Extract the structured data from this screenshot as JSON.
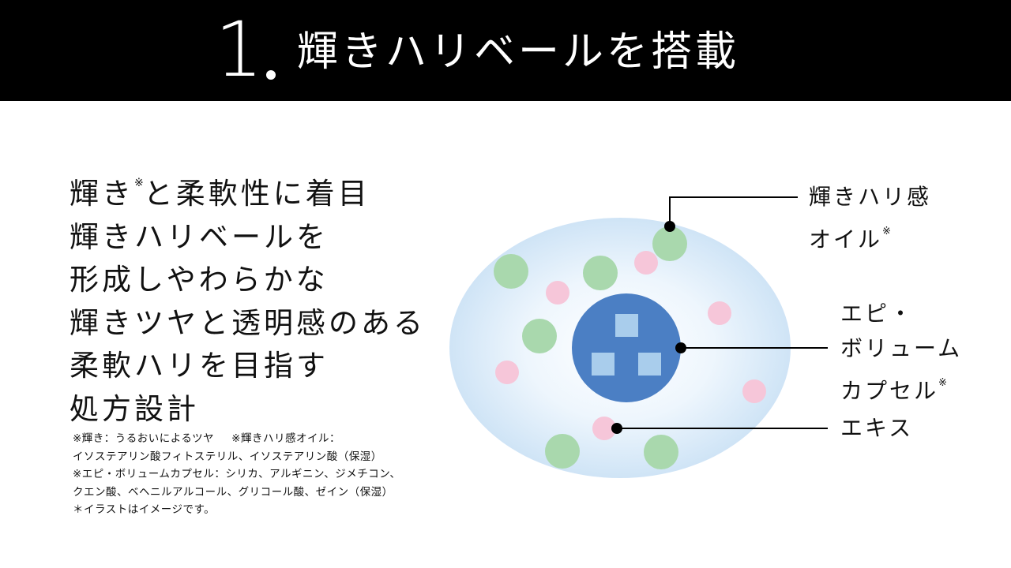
{
  "header": {
    "number": "1",
    "title": "輝きハリベールを搭載"
  },
  "headline": {
    "line1": "輝き",
    "line1_mark": "※",
    "line1_rest": "と柔軟性に着目",
    "line2": "輝きハリベールを",
    "line3": "形成しやわらかな",
    "line4": "輝きツヤと透明感のある",
    "line5": "柔軟ハリを目指す",
    "line6": "処方設計"
  },
  "notes": {
    "line1a": "※輝き：うるおいによるツヤ",
    "line1b": "※輝きハリ感オイル：",
    "line2": "イソステアリン酸フィトステリル、イソステアリン酸（保湿）",
    "line3": "※エピ・ボリュームカプセル：シリカ、アルギニン、ジメチコン、",
    "line4": "クエン酸、ベヘニルアルコール、グリコール酸、ゼイン（保湿）",
    "line5": "＊イラストはイメージです。"
  },
  "labels": {
    "oil_line1": "輝きハリ感",
    "oil_line2": "オイル",
    "oil_mark": "※",
    "capsule_line1": "エピ・",
    "capsule_line2": "ボリューム",
    "capsule_line3": "カプセル",
    "capsule_mark": "※",
    "extract": "エキス"
  },
  "colors": {
    "header_bg": "#000000",
    "veil_light": "#e6f1fb",
    "veil_edge": "#c9e0f4",
    "capsule": "#4b7fc4",
    "capsule_square": "#a9cdec",
    "oil_drop": "#a9d8ad",
    "extract_drop": "#f6c6d9"
  }
}
